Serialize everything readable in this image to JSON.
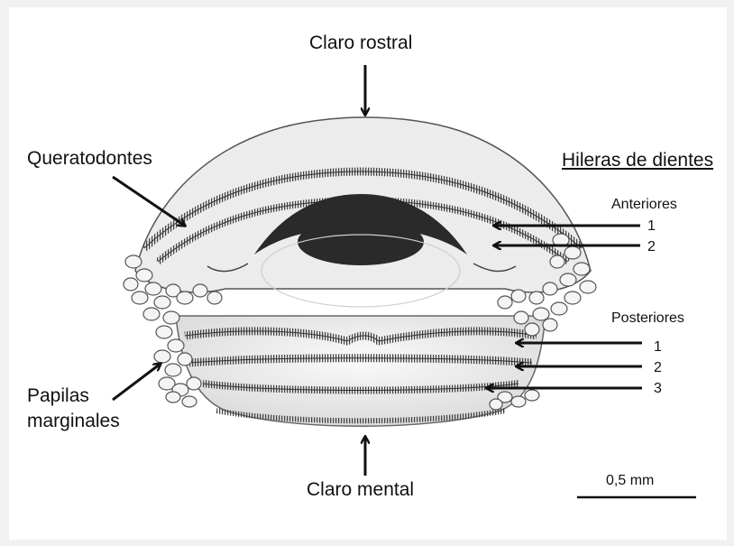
{
  "labels": {
    "claro_rostral": "Claro rostral",
    "claro_mental": "Claro mental",
    "queratodontes": "Queratodontes",
    "hileras": "Hileras de dientes",
    "anteriores": "Anteriores",
    "posteriores": "Posteriores",
    "papilas_line1": "Papilas",
    "papilas_line2": "marginales",
    "row1": "1",
    "row2": "2",
    "row3": "3",
    "scale": "0,5 mm"
  },
  "colors": {
    "ink": "#111111",
    "disc": "#e9e9e9",
    "jaw": "#2a2a2a",
    "teeth": "#555555"
  }
}
